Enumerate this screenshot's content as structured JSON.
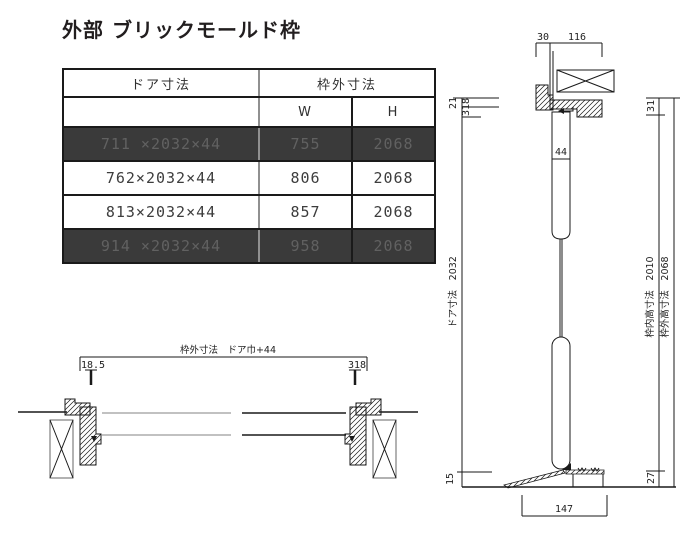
{
  "title": "外部 ブリックモールド枠",
  "table": {
    "header": {
      "door": "ドア寸法",
      "frame": "枠外寸法",
      "w": "W",
      "h": "H"
    },
    "rows": [
      {
        "door": "711 ×2032×44",
        "w": "755",
        "h": "2068",
        "dark": true
      },
      {
        "door": "762×2032×44",
        "w": "806",
        "h": "2068",
        "dark": false
      },
      {
        "door": "813×2032×44",
        "w": "857",
        "h": "2068",
        "dark": false
      },
      {
        "door": "914 ×2032×44",
        "w": "958",
        "h": "2068",
        "dark": true
      }
    ]
  },
  "vertical_section": {
    "dim_30": "30",
    "dim_116": "116",
    "dim_21": "21",
    "dim_318": "318",
    "dim_44": "44",
    "dim_31": "31",
    "dim_15": "15",
    "dim_27": "27",
    "dim_147": "147",
    "label_door_height": "ドア寸法　2032",
    "label_inner_height": "枠内高寸法　2010",
    "label_outer_height": "枠外高寸法　2068"
  },
  "plan_section": {
    "label_outer_width": "枠外寸法　ドア巾+44",
    "dim_left": "18.5",
    "dim_right": "318"
  },
  "colors": {
    "background": "#ffffff",
    "line": "#1a1a1a",
    "dark_row_bg": "#3a3a3a",
    "dark_row_text": "#616161",
    "door_leaf_gray": "#9c9c9c"
  }
}
